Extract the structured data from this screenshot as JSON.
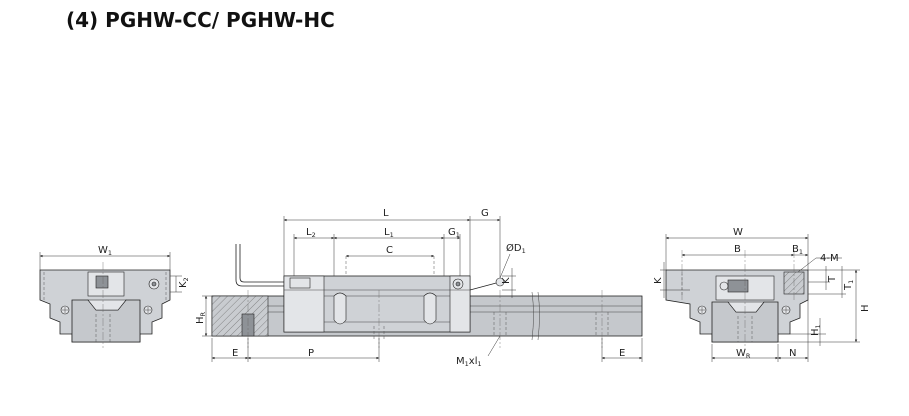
{
  "title": "(4) PGHW-CC/ PGHW-HC",
  "front_left": {
    "labels": {
      "w1": "W",
      "w1_sub": "1",
      "k2": "K",
      "k2_sub": "2"
    }
  },
  "side_view": {
    "labels": {
      "L": "L",
      "G": "G",
      "L2": "L",
      "L2_sub": "2",
      "L1": "L",
      "L1_sub": "1",
      "G1": "G",
      "G1_sub": "1",
      "C": "C",
      "D1": "ØD",
      "D1_sub": "1",
      "K": "K",
      "HR": "H",
      "HR_sub": "R",
      "E_left": "E",
      "P": "P",
      "M1": "M",
      "M1_sub": "1",
      "M1_tail": "xl",
      "M1_tail_sub": "1",
      "E_right": "E"
    }
  },
  "front_right": {
    "labels": {
      "W": "W",
      "B": "B",
      "B1": "B",
      "B1_sub": "1",
      "M4": "4-M",
      "K": "K",
      "T": "T",
      "T1": "T",
      "T1_sub": "1",
      "H": "H",
      "H1": "H",
      "H1_sub": "1",
      "WR": "W",
      "WR_sub": "R",
      "N": "N"
    }
  }
}
